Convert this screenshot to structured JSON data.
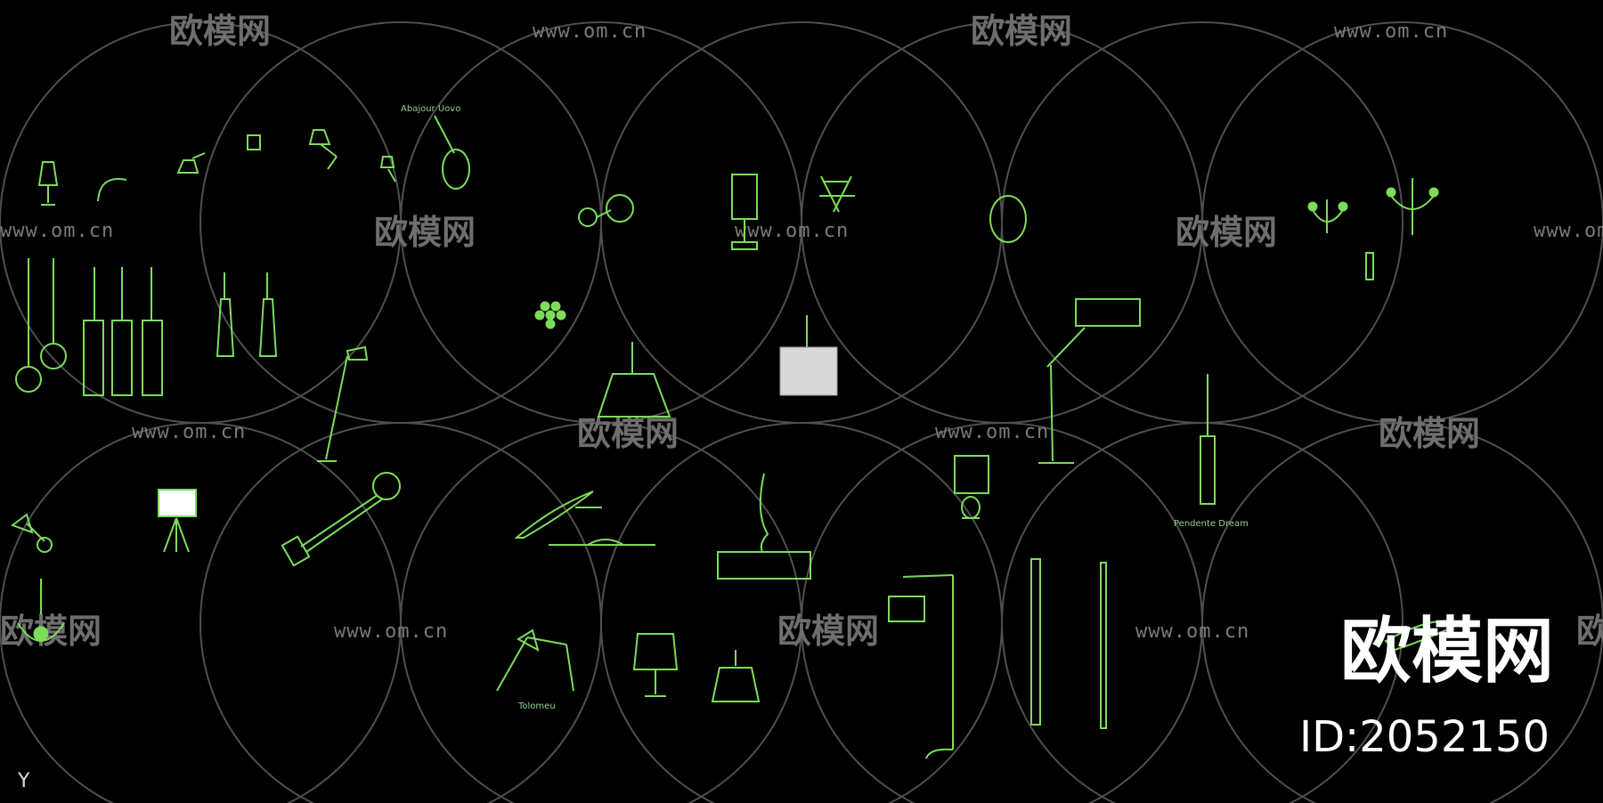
{
  "watermark": {
    "url": "www.om.cn",
    "logo_text": "欧模网"
  },
  "cad_labels": {
    "abajour": "Abajour Uovo",
    "pendente": "Pendente Dream",
    "tolomeo": "Tolomeu"
  },
  "brand": {
    "name": "欧模网",
    "id": "ID:2052150"
  },
  "axis": {
    "y_label": "Y"
  },
  "colors": {
    "background": "#000000",
    "cad_lines": "#7ddc5c",
    "circles": "#5a5a5a",
    "watermark": "#6e6e6e",
    "brand_text": "#ffffff"
  }
}
